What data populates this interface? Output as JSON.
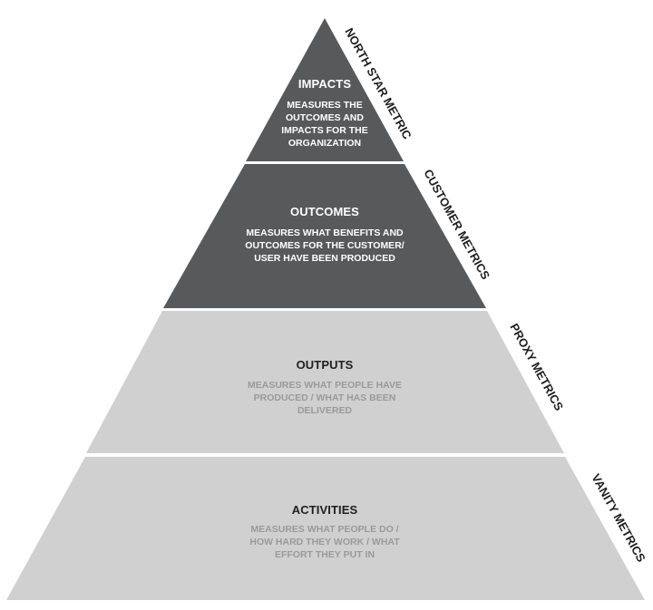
{
  "colors": {
    "dark_fill": "#58595b",
    "light_fill": "#d0d0d1",
    "dark_text": "#ffffff",
    "light_title": "#1f1f1f",
    "light_desc": "#9a9a9b",
    "label_text": "#1e1e1e"
  },
  "tiers": [
    {
      "title": "IMPACTS",
      "desc": [
        "MEASURES THE",
        "OUTCOMES AND",
        "IMPACTS FOR THE",
        "ORGANIZATION"
      ],
      "tone": "dark",
      "side_label": "NORTH STAR METRIC"
    },
    {
      "title": "OUTCOMES",
      "desc": [
        "MEASURES WHAT BENEFITS AND",
        "OUTCOMES FOR THE CUSTOMER/",
        "USER HAVE BEEN PRODUCED"
      ],
      "tone": "dark",
      "side_label": "CUSTOMER METRICS"
    },
    {
      "title": "OUTPUTS",
      "desc": [
        "MEASURES WHAT PEOPLE HAVE",
        "PRODUCED / WHAT HAS BEEN",
        "DELIVERED"
      ],
      "tone": "light",
      "side_label": "PROXY METRICS"
    },
    {
      "title": "ACTIVITIES",
      "desc": [
        "MEASURES WHAT PEOPLE DO /",
        "HOW HARD THEY WORK / WHAT",
        "EFFORT THEY PUT IN"
      ],
      "tone": "light",
      "side_label": "VANITY METRICS"
    }
  ]
}
